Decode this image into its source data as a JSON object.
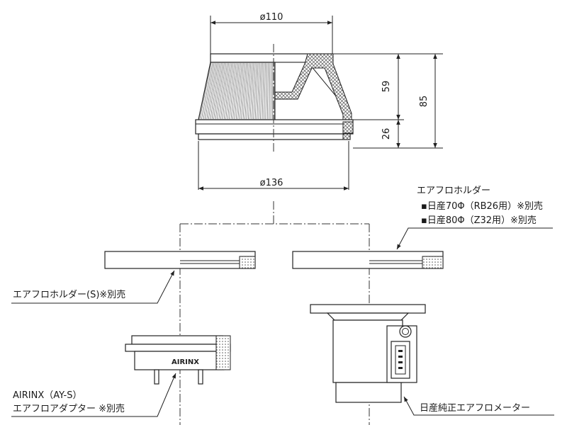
{
  "dimensions": {
    "top_diameter": "ø110",
    "base_diameter": "ø136",
    "cone_height": "59",
    "flange_height": "26",
    "total_height": "85"
  },
  "labels": {
    "holder_title": "エアフロホルダー",
    "holder_nissan70": "日産70Φ（RB26用）※別売",
    "holder_nissan80": "日産80Φ（Z32用）※別売",
    "holder_small": "エアフロホルダー(S)※別売",
    "adapter_model": "AIRINX（AY-S）",
    "adapter_name": "エアフロアダプター ※別売",
    "adapter_stamp": "AIRINX",
    "meter_name": "日産純正エアフロメーター"
  },
  "colors": {
    "line": "#222222",
    "hatch": "#555555",
    "pleat": "#777777"
  }
}
